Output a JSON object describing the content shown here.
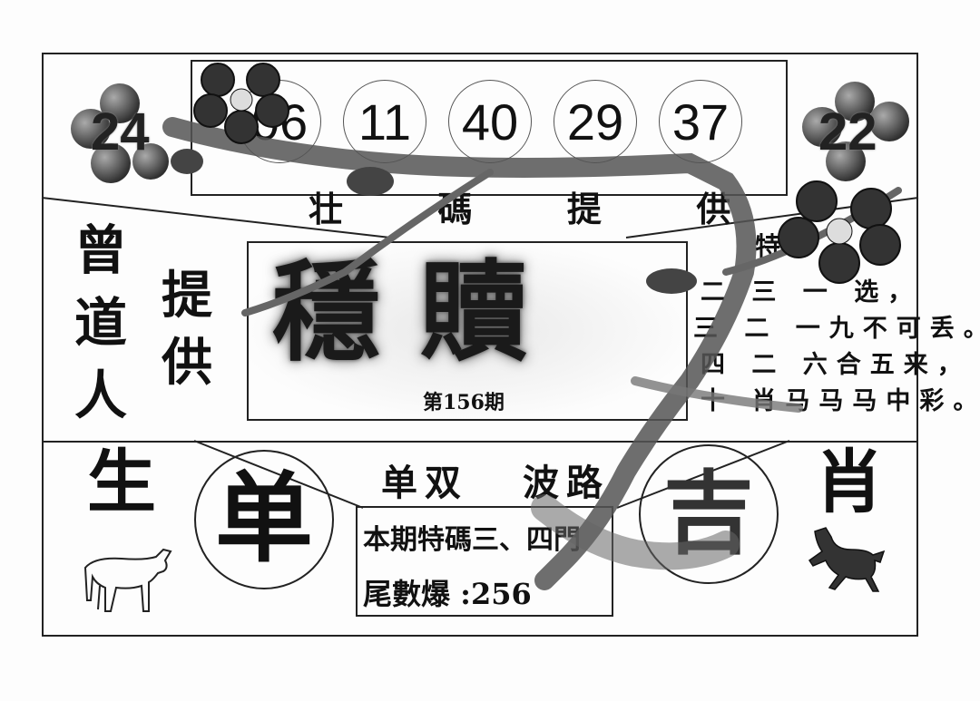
{
  "top_numbers": [
    "24",
    "06",
    "11",
    "40",
    "29",
    "37",
    "22"
  ],
  "header_subtitle": "壮  碼  提  供",
  "left_vertical_1": "曾道人",
  "left_vertical_2": "提供",
  "center_title": "穩 贖",
  "issue": "第156期",
  "right_heading": "特",
  "poem_lines": [
    "二  三  一  选，",
    "三  二  一九不可丢。",
    "四  二  六合五来，",
    "十  肖马马马中彩。"
  ],
  "left_bottom_char": "生",
  "single_char": "单",
  "middle_heading_1": "单双",
  "middle_heading_2": "波路",
  "note_line_1": "本期特碼三、四門",
  "note_line_2": "尾數爆 :256",
  "right_bottom_char": "肖",
  "right_big_char": "吉",
  "icons": [
    "ox-icon",
    "horse-icon",
    "plum-branch-icon"
  ],
  "colors": {
    "ink": "#111111",
    "paper": "#fdfdfd",
    "branch": "#555555"
  }
}
